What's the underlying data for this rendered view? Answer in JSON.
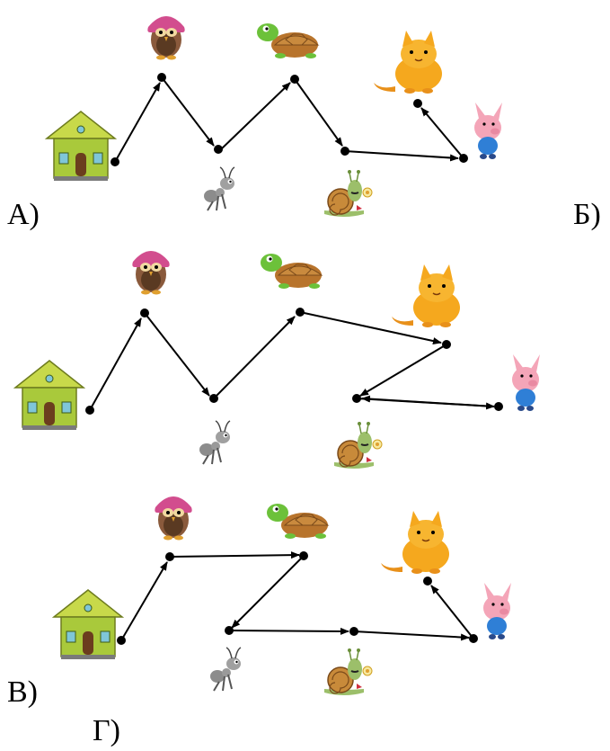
{
  "options": [
    {
      "id": "A",
      "label": "А)"
    },
    {
      "id": "B",
      "label": "Б)"
    },
    {
      "id": "V",
      "label": "В)"
    },
    {
      "id": "G",
      "label": "Г)"
    }
  ],
  "characters": [
    "house",
    "owl",
    "ant",
    "turtle",
    "snail",
    "cat",
    "piglet"
  ],
  "colors": {
    "line": "#000000",
    "house_wall": "#a9c93b",
    "house_roof": "#c8d94a",
    "house_door": "#6b3d1e",
    "owl_body": "#8a5a3c",
    "owl_hat": "#d24d8e",
    "ant": "#8c8c8c",
    "turtle_head": "#6cc13a",
    "turtle_shell": "#b8742c",
    "snail_body": "#9cbf6a",
    "snail_shell": "#c88a3a",
    "cat": "#f5a81e",
    "pig": "#f4a5b8",
    "pig_overalls": "#2f7fd6"
  }
}
